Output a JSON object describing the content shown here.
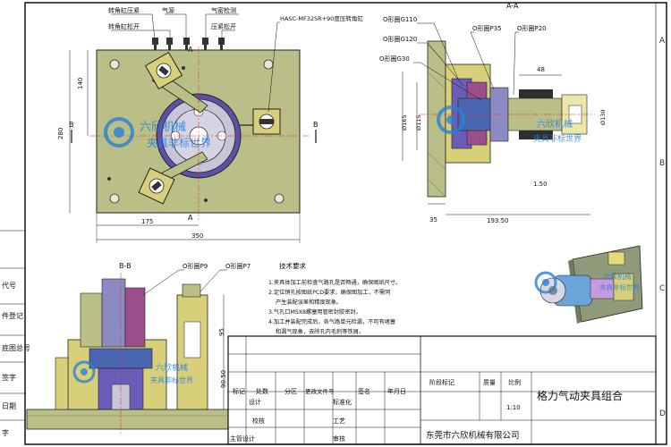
{
  "labels": {
    "turn_cyl_clamp": "转角缸压紧",
    "air_source": "气源",
    "air_detect": "气密检测",
    "turn_cyl_release": "转角缸松开",
    "clamp_release": "压紧松开",
    "cylinder_model": "HASC-MF32SR+90度压转角缸",
    "oring_g110": "O形圈G110",
    "oring_g120": "O形圈G120",
    "oring_g30": "O形圈G30",
    "oring_p35": "O形圈P35",
    "oring_p20": "O形圈P20",
    "oring_p9": "O形圈P9",
    "oring_p7": "O形圈P7"
  },
  "section_labels": {
    "aa": "A-A",
    "bb": "B-B",
    "a": "A",
    "b": "B"
  },
  "dims": {
    "d140": "140",
    "d280": "280",
    "d175": "175",
    "d350": "350",
    "d35": "35",
    "d193": "193.50",
    "d48": "48",
    "d150": "1.50",
    "d165": "Ø165",
    "d115": "Ø115",
    "d130": "Ø130",
    "d95": "95",
    "d9050": "90.50"
  },
  "tech_notes": {
    "title": "技术要求",
    "lines": [
      "1.夹具体加工前检查气路孔是否畅通，确保图纸尺寸。",
      "2.定位销孔按图纸PCD要求，确保图加工，不需同",
      "产生装配误差和精度现象。",
      "3.气孔口MSX8螺塞用管密封胶密封。",
      "4.加工并装配完成后，各气路单元检漏，不可有堵塞",
      "和漏气现象，去除孔内毛刺等铁屑。"
    ]
  },
  "title_block": {
    "drawing_name": "格力气动夹具组合",
    "company": "东莞市六欣机械有限公司",
    "scale_label": "比例",
    "scale_value": "1:10",
    "weight_label": "质量",
    "stage_label": "阶段标记",
    "mark": "标记",
    "count": "处数",
    "zone": "分区",
    "change_doc": "更改文件号",
    "signature": "签名",
    "date": "年月日",
    "design": "设计",
    "standardize": "标准化",
    "check": "校核",
    "process": "工艺",
    "main_design": "主管设计",
    "approve": "审核"
  },
  "left_strip": [
    "代号",
    "件登记",
    "底图总号",
    "签字",
    "日期",
    "字"
  ],
  "watermark": {
    "line1": "六欣机械",
    "line2": "夹具非标世界"
  },
  "border_letters": [
    "A",
    "B",
    "C",
    "D"
  ],
  "colors": {
    "plate": "#b9bf86",
    "clamp": "#d8cf7a",
    "ring": "#5f4fa8",
    "disc": "#c7c5d8",
    "watermark": "#2a7fd4",
    "line": "#111111"
  }
}
